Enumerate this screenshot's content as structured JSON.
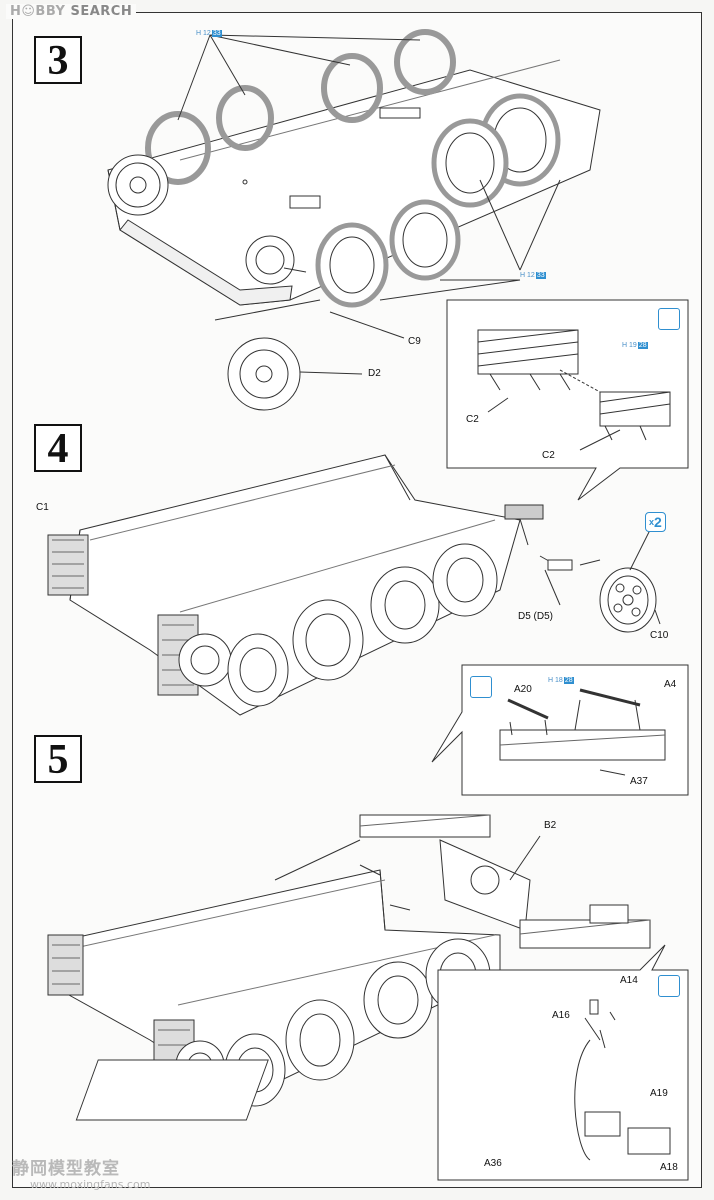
{
  "watermark": {
    "hobby": "H☺BBY",
    "search": "SEARCH"
  },
  "steps": [
    {
      "number": "3"
    },
    {
      "number": "4"
    },
    {
      "number": "5"
    }
  ],
  "step3": {
    "ref_top": {
      "prefix": "H",
      "code": "12",
      "page": "33"
    },
    "ref_bottom": {
      "prefix": "H",
      "code": "12",
      "page": "33"
    },
    "labels": {
      "c9": "C9",
      "d2": "D2"
    },
    "detail": {
      "ref": {
        "prefix": "H",
        "code": "19",
        "page": "28"
      },
      "labels": {
        "c2_top": "C2",
        "c2_bottom": "C2"
      }
    }
  },
  "step4": {
    "labels": {
      "c1": "C1",
      "d5": "D5 (D5)",
      "c10": "C10"
    },
    "quantity": {
      "x": "x",
      "count": "2"
    },
    "detail": {
      "ref": {
        "prefix": "H",
        "code": "18",
        "page": "28"
      },
      "labels": {
        "a20": "A20",
        "a4": "A4",
        "a37": "A37"
      }
    }
  },
  "step5": {
    "labels": {
      "b2": "B2"
    },
    "detail": {
      "labels": {
        "a14": "A14",
        "a16": "A16",
        "a19": "A19",
        "a36": "A36",
        "a18": "A18"
      }
    }
  },
  "footer": {
    "site_cn": "静岡模型教室",
    "url": "www.moxingfans.com"
  },
  "icons": [
    "glue-icon",
    "glue-icon",
    "glue-icon"
  ],
  "accent_color": "#2f8fd0"
}
